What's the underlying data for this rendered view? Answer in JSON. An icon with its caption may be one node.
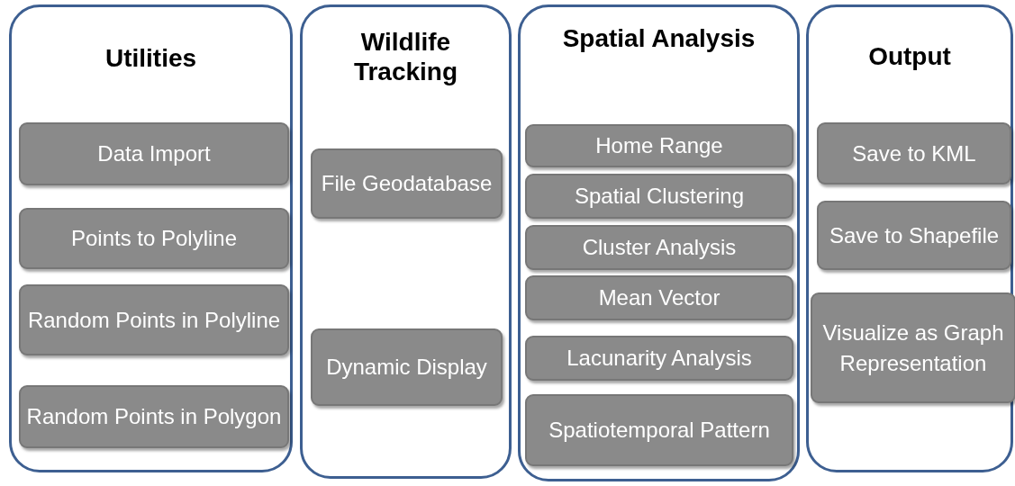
{
  "diagram": {
    "nodes": [
      {
        "text": [
          "Utilities"
        ]
      },
      {
        "text": [
          "Data Import"
        ],
        "in": 0
      },
      {
        "text": [
          "Points to Polyline"
        ],
        "in": 0
      },
      {
        "text": [
          "Random Points in Polyline"
        ],
        "in": 0
      },
      {
        "text": [
          "Random Points in Polygon"
        ],
        "in": 0
      },
      {
        "text": [
          "Wildlife Tracking"
        ]
      },
      {
        "text": [
          "File Geodatabase"
        ],
        "in": 5
      },
      {
        "text": [
          "Dynamic Display"
        ],
        "in": 5
      },
      {
        "text": [
          "Spatial Analysis"
        ]
      },
      {
        "text": [
          "Home Range"
        ],
        "in": 8
      },
      {
        "text": [
          "Spatial Clustering"
        ],
        "in": 8
      },
      {
        "text": [
          "Cluster Analysis"
        ],
        "in": 8
      },
      {
        "text": [
          "Mean Vector"
        ],
        "in": 8
      },
      {
        "text": [
          "Lacunarity Analysis"
        ],
        "in": 8
      },
      {
        "text": [
          "Spatiotemporal Pattern"
        ],
        "in": 8
      },
      {
        "text": [
          "Output"
        ]
      },
      {
        "text": [
          "Save to KML"
        ],
        "in": 15
      },
      {
        "text": [
          "Save to Shapefile"
        ],
        "in": 15
      },
      {
        "text": [
          "Visualize as Graph Representation"
        ],
        "in": 15
      }
    ],
    "edges": []
  }
}
